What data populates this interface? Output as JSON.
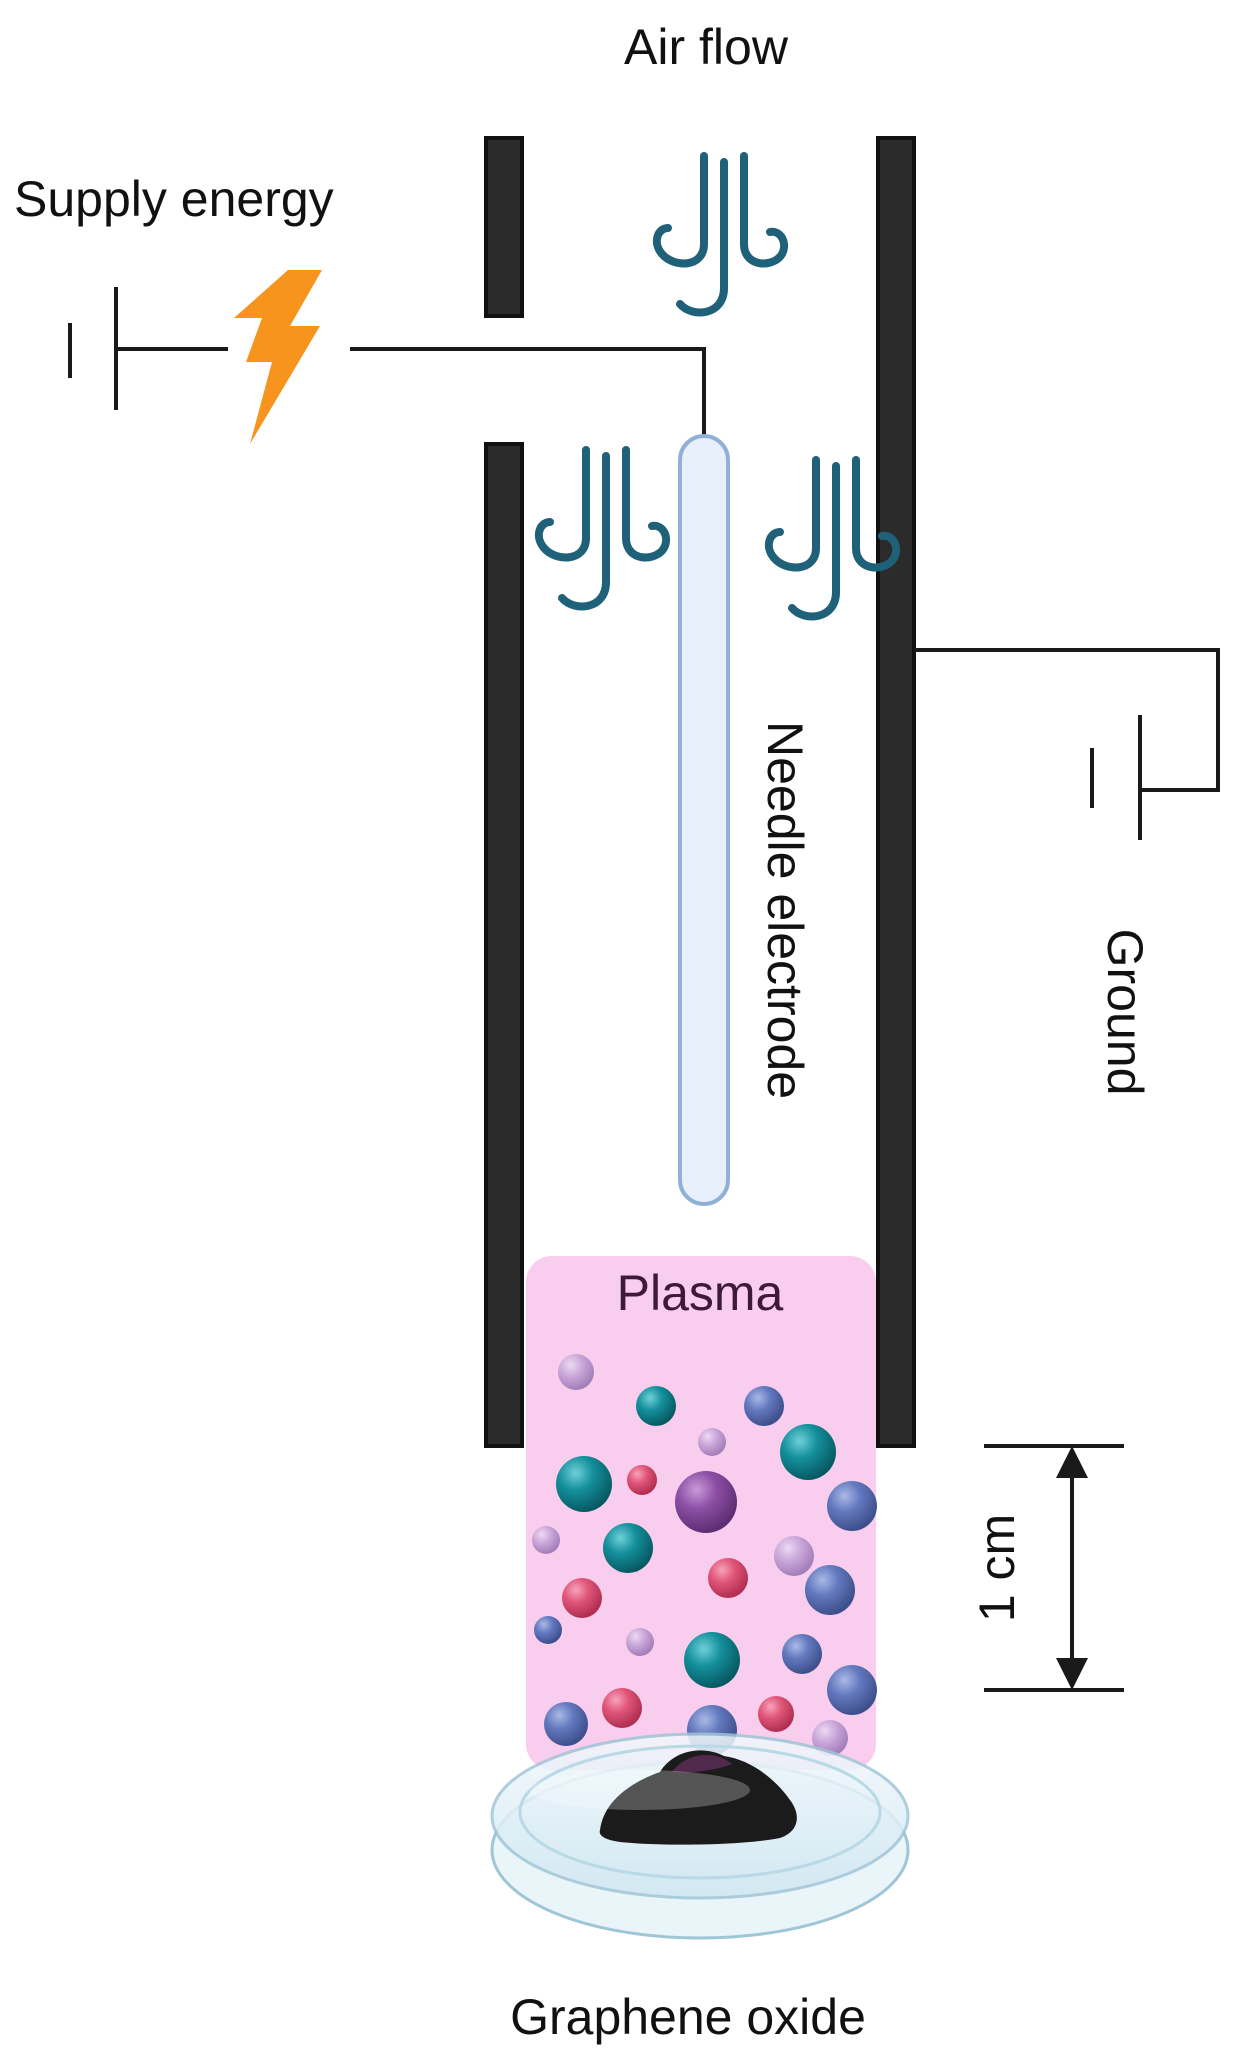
{
  "labels": {
    "air_flow": "Air flow",
    "supply_energy": "Supply energy",
    "needle_electrode": "Needle electrode",
    "ground": "Ground",
    "plasma": "Plasma",
    "scale": "1 cm",
    "graphene_oxide": "Graphene oxide"
  },
  "icons": {
    "lightning": "lightning-bolt-icon",
    "air": "air-flow-icon",
    "ground": "ground-symbol-icon",
    "battery": "battery-symbol-icon",
    "dish": "petri-dish-icon"
  },
  "colors": {
    "wall": "#2b2b2b",
    "wire": "#1a1a1a",
    "air_flow": "#1f6178",
    "lightning": "#f7941d",
    "needle_fill": "#e8f1fb",
    "needle_stroke": "#8fb1d6",
    "plasma": "#f9c9ec",
    "plasma_text": "#3d1a3a",
    "particle_teal": "#0f7c88",
    "particle_blue": "#5a73b8",
    "particle_red": "#e0557a",
    "particle_purple": "#8a4ea3",
    "particle_lavender": "#c39bd3",
    "graphene": "#1b1b1b"
  }
}
